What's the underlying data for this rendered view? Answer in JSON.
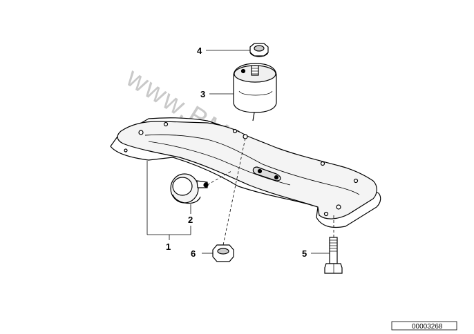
{
  "diagram": {
    "callouts": [
      {
        "id": "c4",
        "label": "4"
      },
      {
        "id": "c3",
        "label": "3"
      },
      {
        "id": "c2",
        "label": "2"
      },
      {
        "id": "c1",
        "label": "1"
      },
      {
        "id": "c6",
        "label": "6"
      },
      {
        "id": "c5",
        "label": "5"
      }
    ],
    "reference_number": "00003268",
    "watermark": "www.BMWstore.pl"
  }
}
